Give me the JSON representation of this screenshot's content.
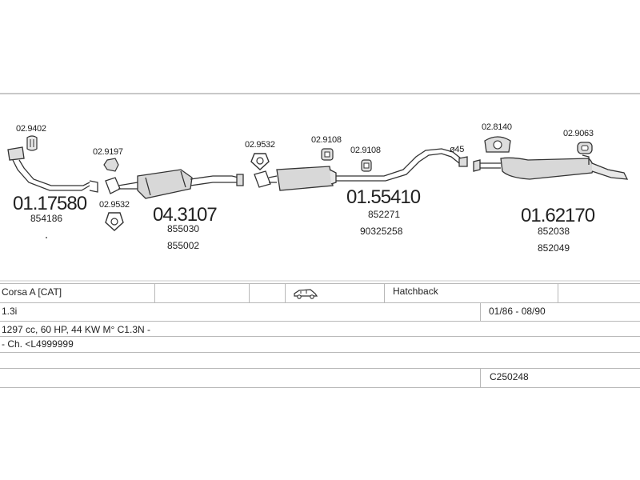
{
  "parts": {
    "p1": {
      "code": "01.17580",
      "oem": [
        "854186"
      ]
    },
    "p2": {
      "code": "04.3107",
      "oem": [
        "855030",
        "855002"
      ]
    },
    "p3": {
      "code": "01.55410",
      "oem": [
        "852271",
        "90325258"
      ]
    },
    "p4": {
      "code": "01.62170",
      "oem": [
        "852038",
        "852049"
      ]
    }
  },
  "accessories": {
    "a1": "02.9402",
    "a2": "02.9197",
    "a3": "02.9532",
    "a4": "02.9532",
    "a5": "02.9108",
    "a6": "02.9108",
    "a7": "02.8140",
    "a8": "02.9063"
  },
  "pipe_diameter": "ø45",
  "vehicle": {
    "model": "Corsa A  [CAT]",
    "body_type": "Hatchback",
    "engine": "1.3i",
    "years": "01/86 - 08/90",
    "specs": "1297 cc, 60 HP, 44 KW  M° C1.3N -",
    "chassis": "- Ch. <L4999999",
    "code": "C250248"
  },
  "icons": {
    "body": "car-hatchback-icon"
  }
}
